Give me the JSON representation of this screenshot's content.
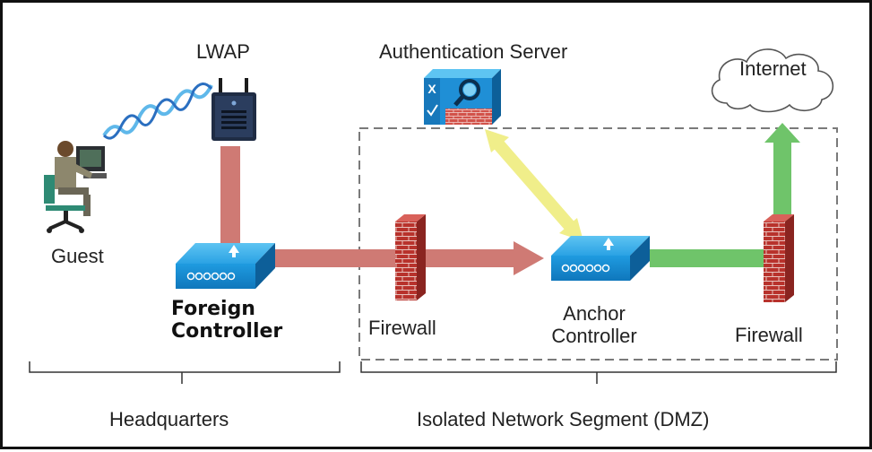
{
  "labels": {
    "lwap": "LWAP",
    "auth_server": "Authentication Server",
    "internet": "Internet",
    "guest": "Guest",
    "foreign_controller_line1": "Foreign",
    "foreign_controller_line2": "Controller",
    "firewall_left": "Firewall",
    "anchor_controller_line1": "Anchor",
    "anchor_controller_line2": "Controller",
    "firewall_right": "Firewall",
    "headquarters": "Headquarters",
    "dmz": "Isolated Network Segment (DMZ)"
  },
  "colors": {
    "red_link": "#cf7a74",
    "green_link": "#6fc46a",
    "yellow_link": "#f0ee8a",
    "device_blue": "#1f9be0",
    "brick": "#b8322c",
    "dmz_border": "#7a7a7a"
  },
  "icons": [
    "wireless-signal-icon",
    "access-point-icon",
    "guest-user-icon",
    "controller-icon",
    "firewall-icon",
    "auth-server-icon",
    "cloud-icon"
  ]
}
